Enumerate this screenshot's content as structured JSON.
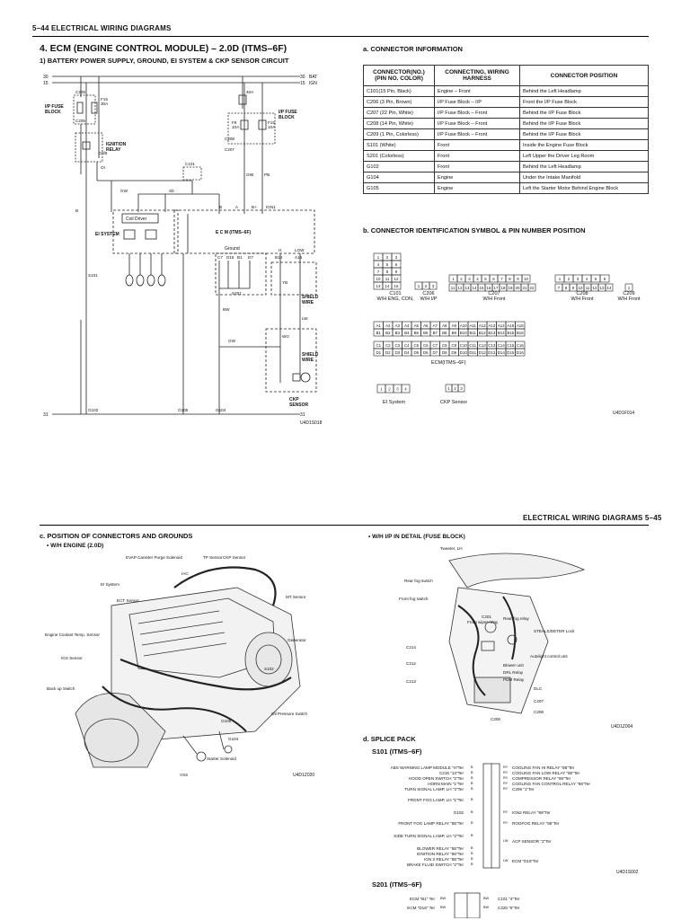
{
  "top_page": {
    "header": "5–44 ELECTRICAL WIRING DIAGRAMS",
    "title": "4. ECM (ENGINE CONTROL MODULE) – 2.0D (ITMS–6F)",
    "subtitle": "1) BATTERY POWER SUPPLY, GROUND, EI SYSTEM & CKP SENSOR CIRCUIT",
    "diagram_code": "U4D1S018",
    "circuit_labels": {
      "ip_fuse_block_left": "I/P FUSE\nBLOCK",
      "ignition_relay": "IGNITION\nRELAY",
      "ip_fuse_block_right": "I/P FUSE\nBLOCK",
      "ei_system": "EI SYSTEM",
      "coil_driver": "Coil Driver",
      "ecm": "E C M (ITMS–6F)",
      "ground": "Ground",
      "shield_wire_1": "SHIELD\nWIRE",
      "shield_wire_2": "SHIELD\nWIRE",
      "ckp_sensor": "CKP\nSENSOR",
      "bat": "BAT",
      "ign": "IGN",
      "left_30": "30",
      "left_15": "15",
      "left_31": "31",
      "right_30": "30",
      "right_15": "15",
      "right_31": "31",
      "pins_top_row": [
        "B",
        "A",
        "B+",
        "IGN1"
      ],
      "pins_ground": [
        "C7",
        "D16",
        "B1",
        "D7",
        "B14",
        "A16"
      ],
      "pins_misc": [
        "H",
        "LOW"
      ],
      "fuses": [
        "F15\n30A",
        "F9\n10A",
        "F15\n10A",
        "40A"
      ],
      "connectors": [
        "C101",
        "C207",
        "C208",
        "C206",
        "C205",
        "S101",
        "S201",
        "G102",
        "G105",
        "G104"
      ],
      "wires": [
        "Or",
        "GW",
        "Sb",
        "OrB",
        "PB",
        "B",
        "YB",
        "LW",
        "BW",
        "WG",
        "GW",
        "Or/B"
      ]
    },
    "section_a": "a. CONNECTOR INFORMATION",
    "connector_table": {
      "headers": [
        "CONNECTOR(NO.)\n(PIN NO. COLOR)",
        "CONNECTING, WIRING HARNESS",
        "CONNECTOR POSITION"
      ],
      "rows": [
        [
          "C101(15 Pin, Black)",
          "Engine – Front",
          "Behind the Left Headlamp"
        ],
        [
          "C206 (3 Pin, Brown)",
          "I/P Fuse Block – I/P",
          "Front the I/P Fuse Block"
        ],
        [
          "C207 (22 Pin, White)",
          "I/P Fuse Block – Front",
          "Behind the I/P Fuse Block"
        ],
        [
          "C208 (14 Pin, White)",
          "I/P Fuse Block – Front",
          "Behind the I/P Fuse Block"
        ],
        [
          "C209 (1 Pin, Colorless)",
          "I/P Fuse Block – Front",
          "Behind the I/P Fuse Block"
        ],
        [
          "S101 (White)",
          "Front",
          "Inside the Engine Fuse Block"
        ],
        [
          "S201 (Colorless)",
          "Front",
          "Left Upper the Driver Leg Room"
        ],
        [
          "G102",
          "Front",
          "Behind the Left Headlamp"
        ],
        [
          "G104",
          "Engine",
          "Under the Intake Manifold"
        ],
        [
          "G105",
          "Engine",
          "Left the Starter Motor Behind Engine Block"
        ]
      ]
    },
    "section_b": "b. CONNECTOR IDENTIFICATION SYMBOL & PIN NUMBER POSITION",
    "connector_id": {
      "c101_label": "C101\nW/H ENG, CON,",
      "c206_label": "C206\nW/H I/P",
      "c207_label": "C207\nW/H Front",
      "c208_label": "C208\nW/H Front",
      "c209_label": "C209\nW/H Front",
      "ecm_label": "ECM(ITMS–6F)",
      "ei_label": "EI System",
      "ckp_label": "CKP Sensor",
      "code": "U4D1F014",
      "c101_pins": [
        "1",
        "2",
        "3",
        "4",
        "5",
        "6",
        "7",
        "8",
        "9",
        "10",
        "11",
        "12",
        "13",
        "14",
        "15"
      ],
      "c206_pins": [
        "1",
        "2",
        "3"
      ],
      "c207_row1": [
        "1",
        "2",
        "3",
        "4",
        "5",
        "6",
        "7",
        "8",
        "9",
        "10"
      ],
      "c207_row2": [
        "11",
        "12",
        "13",
        "14",
        "15",
        "16",
        "17",
        "18",
        "19",
        "20",
        "21",
        "22"
      ],
      "c208_row1": [
        "1",
        "2",
        "3",
        "4",
        "5",
        "6"
      ],
      "c208_row2": [
        "7",
        "8",
        "9",
        "10",
        "11",
        "12",
        "13",
        "14"
      ],
      "ecm_row_a": [
        "A1",
        "A2",
        "A3",
        "A4",
        "A5",
        "A6",
        "A7",
        "A8",
        "A9",
        "A10",
        "A11",
        "A12",
        "A13",
        "A14",
        "A15",
        "A16"
      ],
      "ecm_row_b": [
        "B1",
        "B2",
        "B3",
        "B4",
        "B5",
        "B6",
        "B7",
        "B8",
        "B9",
        "B10",
        "B11",
        "B12",
        "B13",
        "B14",
        "B15",
        "B16"
      ],
      "ecm_row_c": [
        "C1",
        "C2",
        "C3",
        "C4",
        "C5",
        "C6",
        "C7",
        "C8",
        "C9",
        "C10",
        "C11",
        "C12",
        "C13",
        "C14",
        "C15",
        "C16"
      ],
      "ecm_row_d": [
        "D1",
        "D2",
        "D3",
        "D4",
        "D5",
        "D6",
        "D7",
        "D8",
        "D9",
        "D10",
        "D11",
        "D12",
        "D13",
        "D14",
        "D15",
        "D16"
      ],
      "ei_pins": [
        "1",
        "2",
        "3",
        "4"
      ],
      "ckp_pins": [
        "1",
        "2",
        "3"
      ]
    }
  },
  "bottom_page": {
    "header": "ELECTRICAL WIRING DIAGRAMS 5–45",
    "section_c": "c. POSITION OF CONNECTORS AND GROUNDS",
    "bullet_engine": "W/H ENGINE (2.0D)",
    "engine_labels": [
      "EVAP Canister Purge Solenoid",
      "TP Sensor",
      "CKP Sensor",
      "EI System",
      "IAC",
      "ECT Sensor",
      "MT Sensor",
      "Engine Coolant Temp. Sensor",
      "IGS Sensor",
      "Generator",
      "S102",
      "Back up Switch",
      "Oil Pressure Switch",
      "G105",
      "G104",
      "Starter Solenoid",
      "VSS"
    ],
    "engine_code": "U4D1Z020",
    "bullet_ip": "W/H I/P IN DETAIL (FUSE BLOCK)",
    "ip_labels": [
      "Tweeter, LH",
      "Rear fog switch",
      "Front fog switch",
      "C201",
      "Rear fog relay",
      "Front wiper relay",
      "STEALS/DETER Lock",
      "C214",
      "C212",
      "C213",
      "Autolight control unit",
      "Blower unit",
      "DRL Relay",
      "PDM Relay",
      "DLC",
      "C207",
      "C208",
      "C206"
    ],
    "ip_code": "U4D1Z004",
    "section_d": "d. SPLICE PACK",
    "s101_title": "S101 (ITMS–6F)",
    "s101_left": [
      "ABS WARNING LAMP MODULE \"H\"Ter",
      "C215 \"13\"Ter",
      "HOOD OPEN SWITCH \"2\"Ter",
      "HORN MAIN \"1\"Ter",
      "TURN SIGNAL LAMP, LH \"3\"Ter",
      "FRONT FOG LAMP, LH \"1\"Ter",
      "G102",
      "FRONT FOG LAMP RELAY \"85\"Ter",
      "SIDE TURN SIGNAL LAMP, LH \"2\"Ter",
      "BLOWER RELAY \"86\"Ter",
      "IGNITION RELAY \"86\"Ter",
      "IGN 2 RELAY \"85\"Ter",
      "BRAKE FLUID SWITCH \"2\"Ter"
    ],
    "s101_right": [
      "COOLING FAN HI RELAY \"86\"Ter",
      "COOLING FAN LOW RELAY \"86\"Ter",
      "COMPRESSOR RELAY \"86\"Ter",
      "COOLING FAN CONTROL RELAY \"86\"Ter",
      "C209 \"1\"Ter",
      "IGN2 RELAY \"86\"Ter",
      "ROOFOG RELAY \"86\"Ter",
      "ACP SENSOR \"2\"Ter",
      "ECM \"D15\"Ter"
    ],
    "s101_wire_left": [
      "B",
      "B",
      "B",
      "B",
      "B",
      "B",
      "B",
      "B",
      "B",
      "B",
      "B",
      "B",
      "B"
    ],
    "s101_wire_right": [
      "RY",
      "RY",
      "RY",
      "RY",
      "RY",
      "RY",
      "RY",
      "LW",
      "LW"
    ],
    "s101_code": "U4D1S002",
    "s201_title": "S201 (ITMS–6F)",
    "s201_left": [
      "ECM \"B1\" Ter",
      "ECM \"D16\" Ter"
    ],
    "s201_right": [
      "C101 \"4\"Ter",
      "C220 \"5\"Ter"
    ],
    "s201_wires_left": [
      "BW",
      "BW"
    ],
    "s201_wires_right": [
      "BW",
      "BW"
    ]
  }
}
